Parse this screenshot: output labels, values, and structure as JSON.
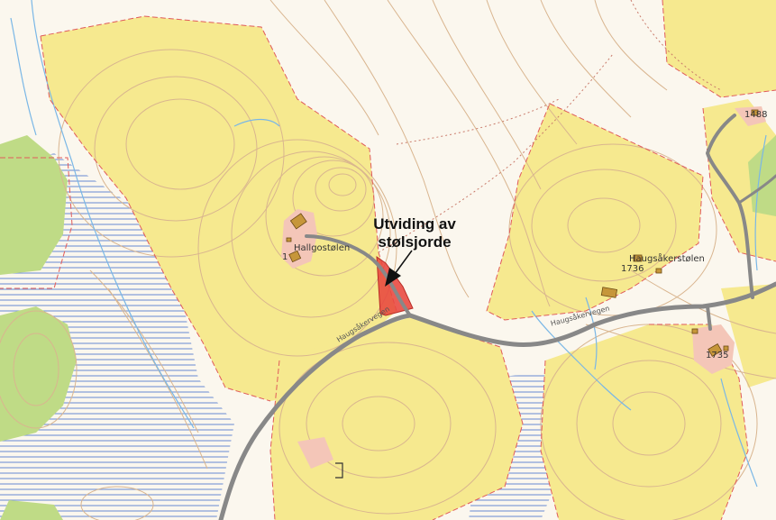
{
  "annotation": {
    "line1": "Utviding av",
    "line2": "stølsjorde"
  },
  "places": {
    "hallgostolen": {
      "name": "Hallgostølen",
      "number": "1"
    },
    "haugsakerstolen": {
      "name": "Haugsåkerstølen",
      "number": "1736"
    },
    "farm_east": {
      "number": "1735"
    },
    "farm_northeast": {
      "number": "1488"
    }
  },
  "road_name": "Haugsåkervegen",
  "colors": {
    "background": "#fbf7ee",
    "forest": "#f6e98f",
    "contour": "#d9b58f",
    "property_line": "#e05b5b",
    "road": "#888888",
    "water": "#7ab7e6",
    "marsh": "#7f9bd6",
    "green_area": "#bfdb86",
    "settlement": "#f4c6b8",
    "extension_area": "#e8473f",
    "building": "#c6963a"
  }
}
